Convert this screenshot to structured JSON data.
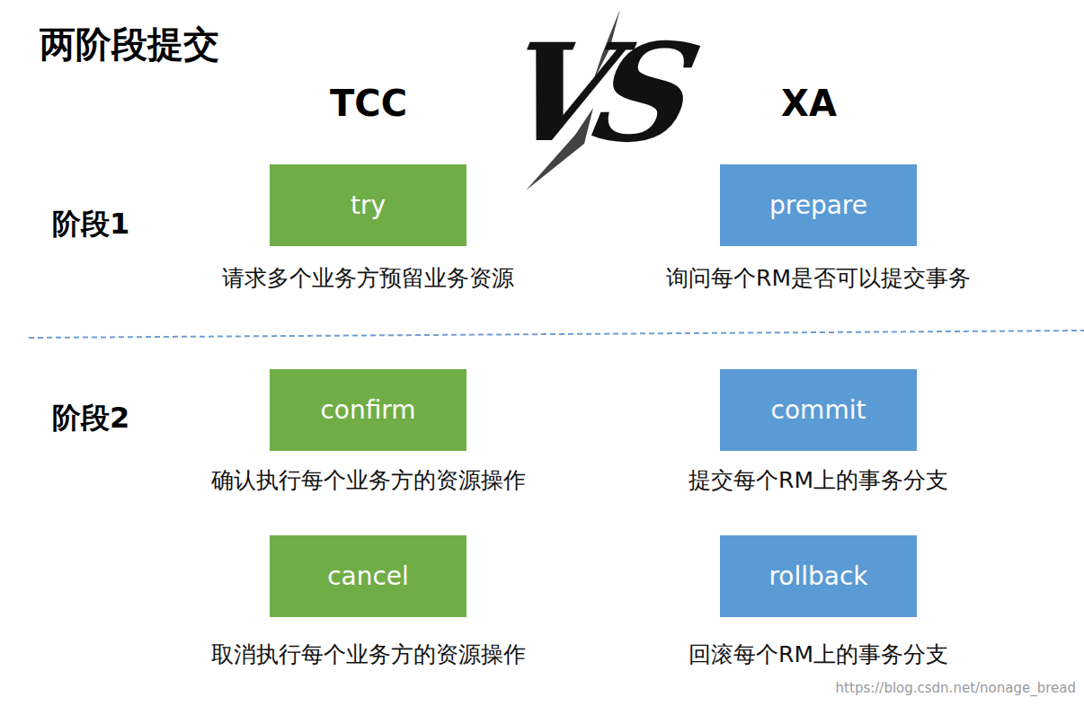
{
  "diagram": {
    "title": "两阶段提交",
    "nodes": [
      {
        "text": [
          "try",
          "请求多个业务方预留业务资源"
        ]
      },
      {
        "text": [
          "prepare",
          "询问每个RM是否可以提交事务"
        ]
      },
      {
        "text": [
          "confirm",
          "确认执行每个业务方的资源操作"
        ]
      },
      {
        "text": [
          "commit",
          "提交每个RM上的事务分支"
        ]
      },
      {
        "text": [
          "cancel",
          "取消执行每个业务方的资源操作"
        ]
      },
      {
        "text": [
          "rollback",
          "回滚每个RM上的事务分支"
        ]
      }
    ],
    "labels": [
      "VS",
      "TCC",
      "XA",
      "阶段1",
      "阶段2",
      "https://blog.csdn.net/nonage_bread"
    ]
  }
}
